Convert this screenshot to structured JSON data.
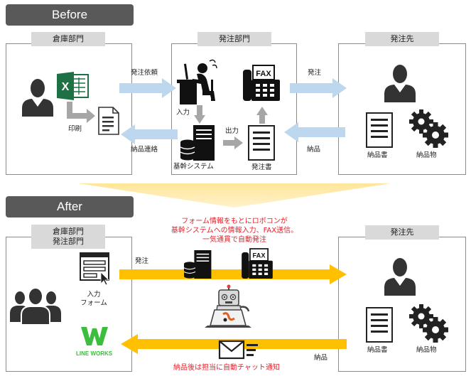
{
  "before": {
    "banner": "Before",
    "warehouse_title": "倉庫部門",
    "ordering_title": "発注部門",
    "supplier_title": "発注先",
    "arrow_order_request": "発注依頼",
    "arrow_order": "発注",
    "arrow_delivery_notice": "納品連絡",
    "arrow_delivery": "納品",
    "label_print": "印刷",
    "label_input": "入力",
    "label_output": "出力",
    "label_core_system": "基幹システム",
    "label_order_form": "発注書",
    "label_delivery_slip": "納品書",
    "label_goods": "納品物",
    "fax_text": "FAX"
  },
  "after": {
    "banner": "After",
    "dept_title_line1": "倉庫部門",
    "dept_title_line2": "発注部門",
    "supplier_title": "発注先",
    "note_line1": "フォーム情報をもとにロボコンが",
    "note_line2": "基幹システムへの情報入力、FAX送信。",
    "note_line3": "一気通貫で自動発注",
    "arrow_order": "発注",
    "arrow_delivery": "納品",
    "label_input_form_line1": "入力",
    "label_input_form_line2": "フォーム",
    "label_delivery_slip": "納品書",
    "label_goods": "納品物",
    "fax_text": "FAX",
    "lineworks_text": "LINE WORKS",
    "bottom_note": "納品後は担当に自動チャット通知"
  },
  "colors": {
    "banner": "#595959",
    "blue_arrow": "#bdd7ee",
    "yellow_arrow": "#ffc000",
    "red_text": "#e8202a",
    "excel_green": "#1d7144",
    "lineworks_green": "#3dbd3d"
  }
}
